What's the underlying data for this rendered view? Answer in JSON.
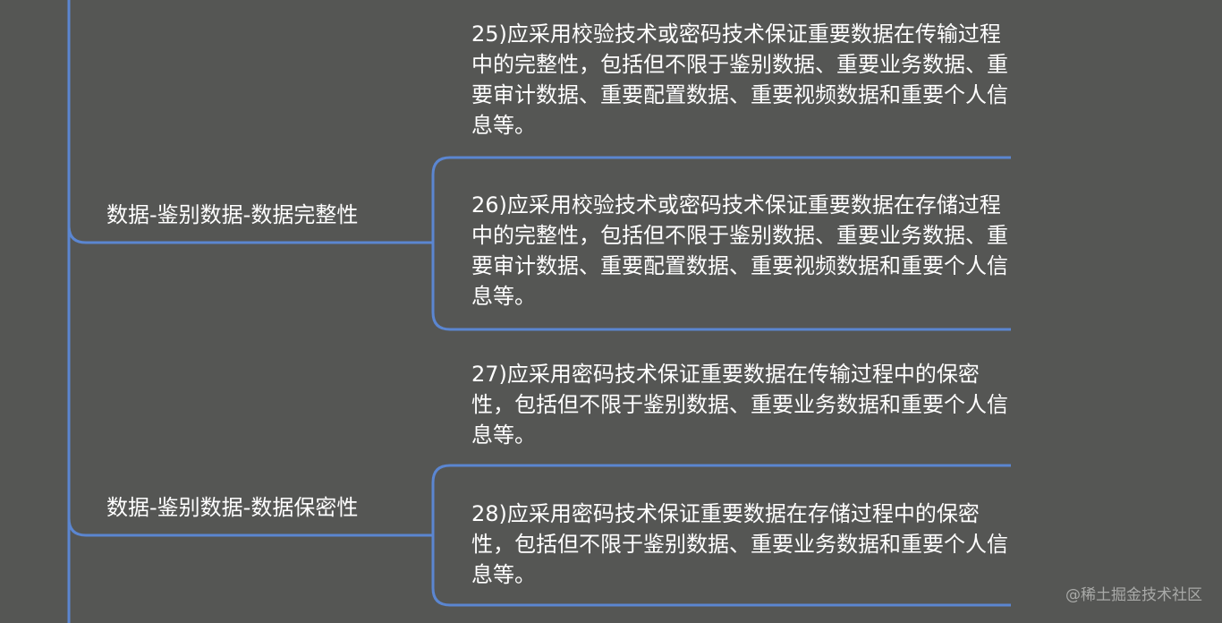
{
  "mindmap": {
    "branches": [
      {
        "label": "数据-鉴别数据-数据完整性",
        "leaves": [
          "25)应采用校验技术或密码技术保证重要数据在传输过程中的完整性，包括但不限于鉴别数据、重要业务数据、重要审计数据、重要配置数据、重要视频数据和重要个人信息等。",
          "26)应采用校验技术或密码技术保证重要数据在存储过程中的完整性，包括但不限于鉴别数据、重要业务数据、重要审计数据、重要配置数据、重要视频数据和重要个人信息等。"
        ]
      },
      {
        "label": "数据-鉴别数据-数据保密性",
        "leaves": [
          "27)应采用密码技术保证重要数据在传输过程中的保密性，包括但不限于鉴别数据、重要业务数据和重要个人信息等。",
          "28)应采用密码技术保证重要数据在存储过程中的保密性，包括但不限于鉴别数据、重要业务数据和重要个人信息等。"
        ]
      }
    ]
  },
  "watermark": "@稀土掘金技术社区",
  "colors": {
    "background": "#555654",
    "connector": "#5b86d1",
    "text": "#ffffff"
  }
}
